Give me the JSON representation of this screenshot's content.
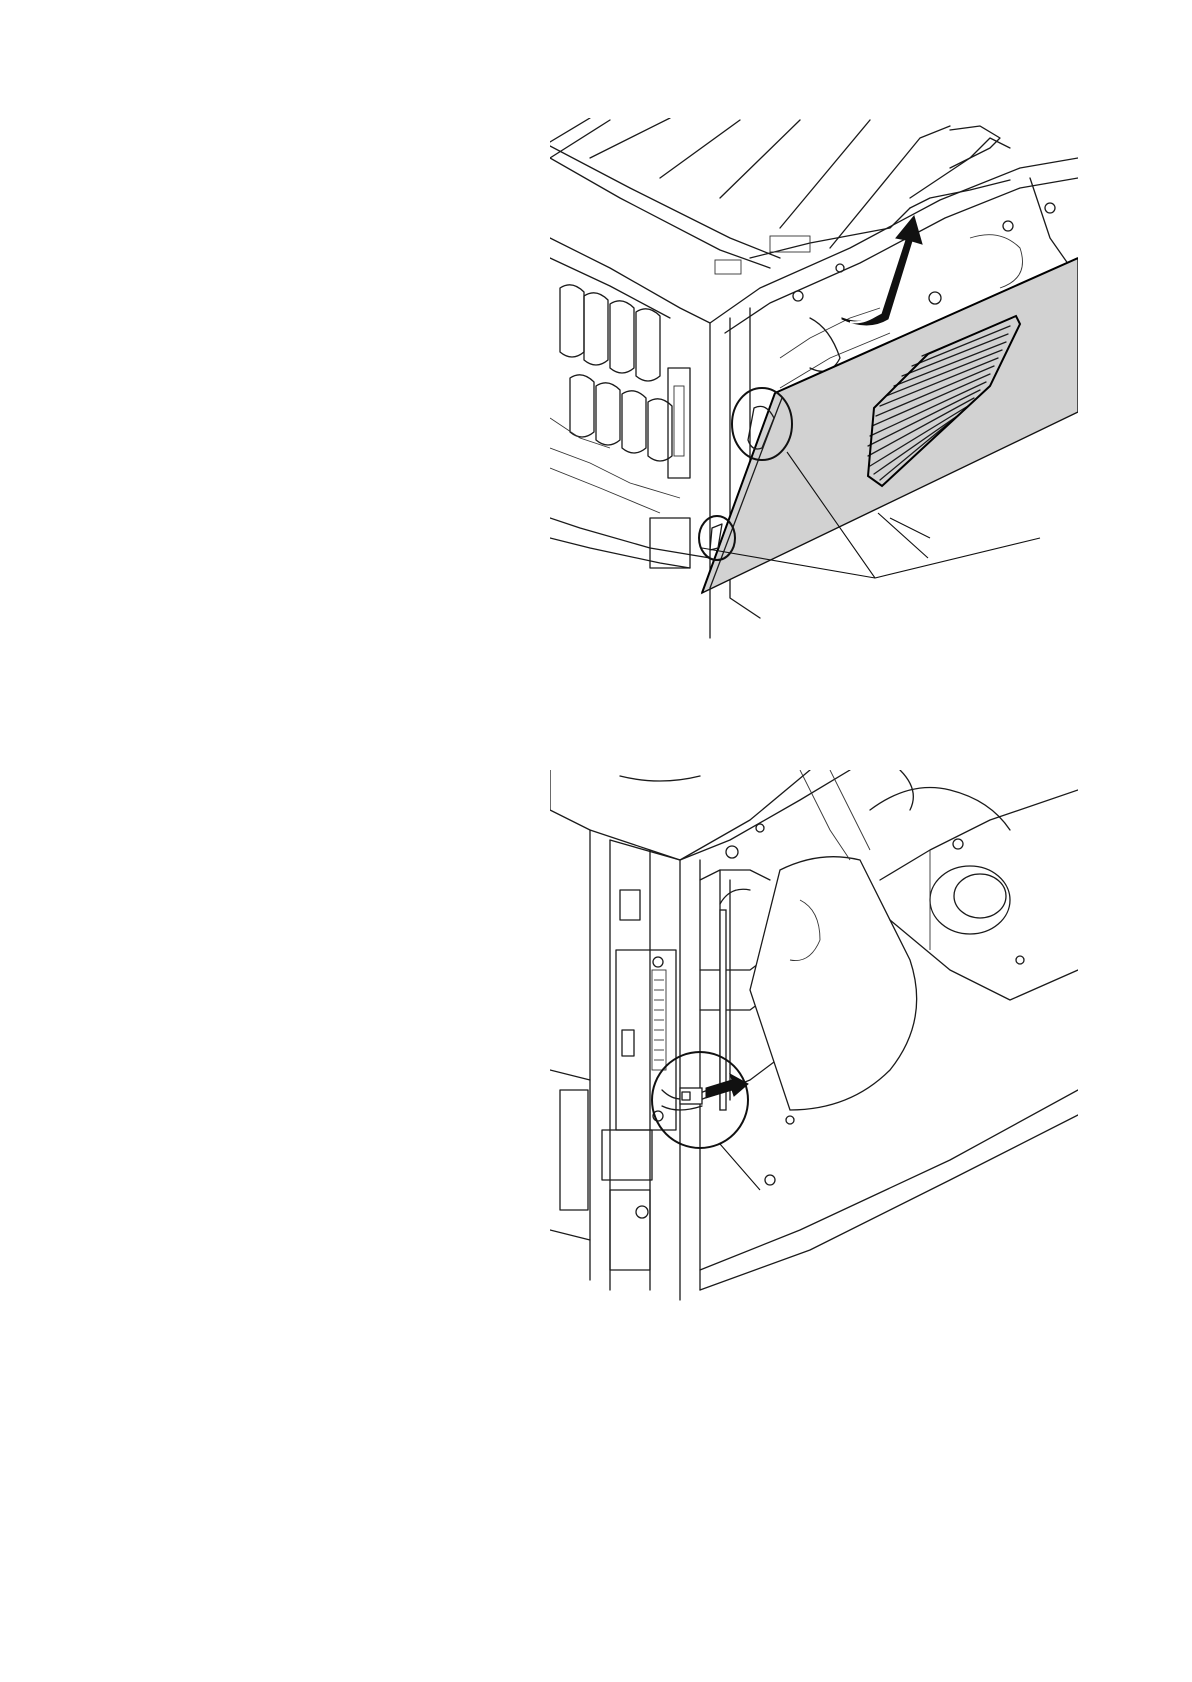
{
  "figures": [
    {
      "id": "figure-1",
      "depicts": "side-cover-removal",
      "elements": [
        "printer-frame",
        "side-cover-panel",
        "lift-arrow",
        "hook-callout-upper",
        "hook-callout-lower",
        "leader-lines"
      ]
    },
    {
      "id": "figure-2",
      "depicts": "connector-disconnection",
      "elements": [
        "printer-frame",
        "cable-duct",
        "fan-motor",
        "connector-callout",
        "pull-arrow",
        "leader-line"
      ]
    }
  ],
  "colors": {
    "line": "#1a1a1a",
    "panel_fill": "#d2d2d2",
    "background": "#ffffff"
  }
}
